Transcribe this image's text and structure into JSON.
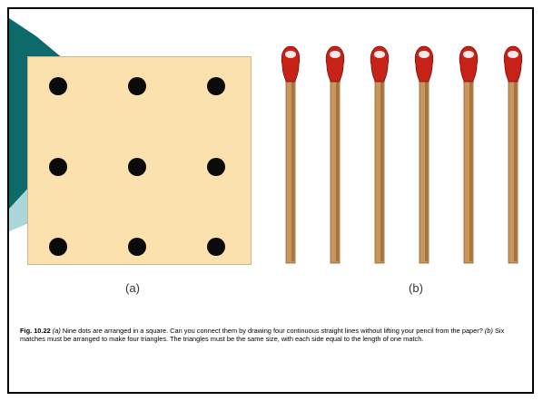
{
  "figure": {
    "label_a": "(a)",
    "label_b": "(b)",
    "caption": {
      "fig_number": "Fig. 10.22",
      "part_a_tag": "(a)",
      "part_a_text": " Nine dots are arranged in a square. Can you connect them by drawing four continuous straight lines without lifting your pencil from the paper? ",
      "part_b_tag": "(b)",
      "part_b_text": " Six matches must be arranged to make four triangles. The triangles must be the same size, with each side equal to the length of one match."
    }
  },
  "colors": {
    "slide_border": "#000000",
    "deco_dark": "#0e6a6a",
    "deco_light": "#a9d6d8",
    "panel": "#fbe1ad",
    "dot": "#0b0b0b",
    "match_head": "#c62217",
    "match_stick": "#c8955a"
  },
  "dots_grid": {
    "rows": 3,
    "cols": 3
  },
  "matches": {
    "count": 6
  }
}
